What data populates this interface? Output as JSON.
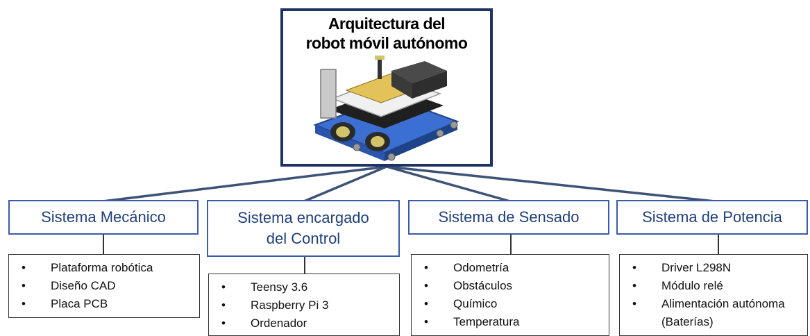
{
  "root": {
    "title_line1": "Arquitectura del",
    "title_line2": "robot móvil autónomo"
  },
  "systems": [
    {
      "title_line1": "Sistema Mecánico",
      "title_line2": "",
      "items": [
        "Plataforma robótica",
        "Diseño CAD",
        "Placa PCB"
      ]
    },
    {
      "title_line1": "Sistema encargado",
      "title_line2": "del Control",
      "items": [
        "Teensy 3.6",
        "Raspberry Pi 3",
        "Ordenador"
      ]
    },
    {
      "title_line1": "Sistema de Sensado",
      "title_line2": "",
      "items": [
        "Odometría",
        "Obstáculos",
        "Químico",
        "Temperatura"
      ]
    },
    {
      "title_line1": "Sistema de Potencia",
      "title_line2": "",
      "items": [
        "Driver L298N",
        "Módulo relé",
        "Alimentación autónoma (Baterías)"
      ]
    }
  ],
  "colors": {
    "root_border": "#1f3264",
    "system_border": "#3a5aa6",
    "system_text": "#1f3f7a",
    "connector": "#3d5276"
  }
}
